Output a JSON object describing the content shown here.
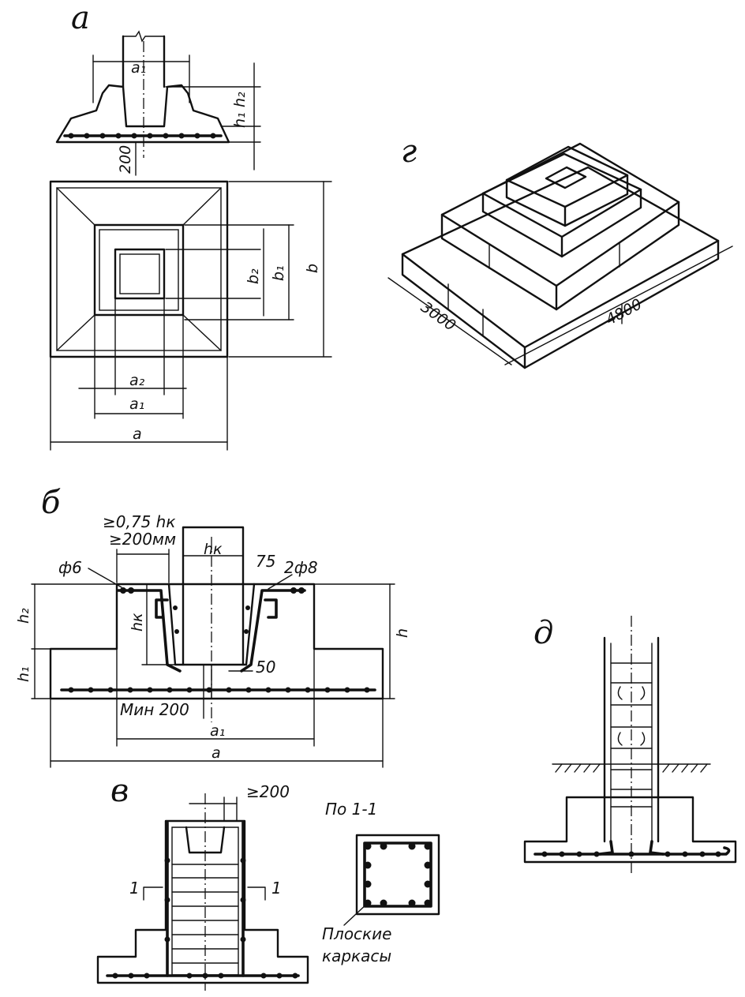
{
  "labels": {
    "a": "а",
    "b": "б",
    "v": "в",
    "g": "г",
    "d": "д"
  },
  "fig_a": {
    "a1_top": "a₁",
    "h1": "h₁",
    "h2": "h₂",
    "dim200": "200",
    "b2": "b₂",
    "b1": "b₁",
    "b": "b",
    "a2": "a₂",
    "a1": "a₁",
    "a": "a"
  },
  "fig_b": {
    "ge075": "≥0,75 hк",
    "ge200mm": "≥200мм",
    "phi6": "ф6",
    "hk_top": "hк",
    "d75": "75",
    "two_phi8": "2ф8",
    "h2": "h₂",
    "h1": "h₁",
    "hk_side": "hк",
    "h": "h",
    "d50": "50",
    "min200": "Мин 200",
    "a1": "a₁",
    "a": "a"
  },
  "fig_v": {
    "ge200": "≥200",
    "cut1_left": "1",
    "cut1_right": "1",
    "section_title": "По 1-1",
    "flat_frames_line1": "Плоские",
    "flat_frames_line2": "каркасы"
  },
  "fig_g": {
    "d3000": "3000",
    "d4800": "4800"
  }
}
